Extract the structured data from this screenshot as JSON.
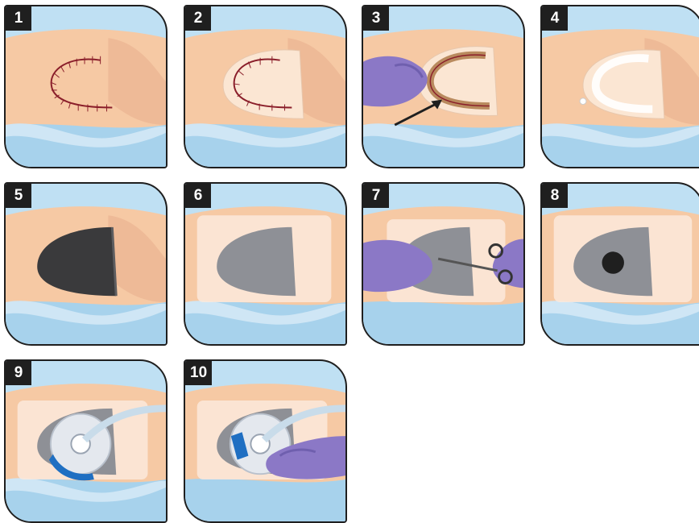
{
  "steps": [
    {
      "number": "1"
    },
    {
      "number": "2"
    },
    {
      "number": "3"
    },
    {
      "number": "4"
    },
    {
      "number": "5"
    },
    {
      "number": "6"
    },
    {
      "number": "7"
    },
    {
      "number": "8"
    },
    {
      "number": "9"
    },
    {
      "number": "10"
    }
  ],
  "colors": {
    "background": "#bfe0f3",
    "skin": "#f6c9a4",
    "skin_shadow": "#e9a987",
    "sheet": "#cfe6f5",
    "sheet_fold": "#9fcbe8",
    "border": "#1f1f1f",
    "suture": "#8a1e2a",
    "glove": "#8b78c6",
    "foam_black": "#3a3a3c",
    "film_grey": "#8e9096",
    "tube": "#c9dcea",
    "accent_blue": "#1f6fc2"
  }
}
